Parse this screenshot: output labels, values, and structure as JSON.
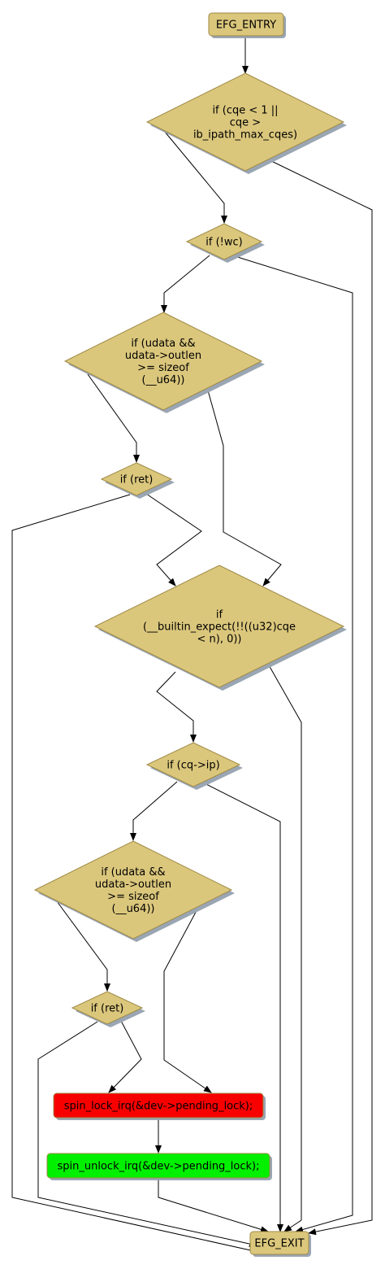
{
  "colors": {
    "node_fill": "#dbc77c",
    "node_stroke": "#9f8a46",
    "shadow": "#9aa6b4",
    "red_fill": "#f80000",
    "green_fill": "#00f000",
    "edge": "#000000"
  },
  "nodes": {
    "entry": {
      "lines": [
        "EFG_ENTRY"
      ]
    },
    "d1": {
      "lines": [
        "if (cqe < 1 ||",
        "cqe >",
        "ib_ipath_max_cqes)"
      ]
    },
    "d2": {
      "lines": [
        "if (!wc)"
      ]
    },
    "d3": {
      "lines": [
        "if (udata &&",
        "udata->outlen",
        ">= sizeof",
        "(__u64))"
      ]
    },
    "d4": {
      "lines": [
        "if (ret)"
      ]
    },
    "d5": {
      "lines": [
        "if",
        "(__builtin_expect(!!((u32)cqe",
        "< n), 0))"
      ]
    },
    "d6": {
      "lines": [
        "if (cq->ip)"
      ]
    },
    "d7": {
      "lines": [
        "if (udata &&",
        "udata->outlen",
        ">= sizeof",
        "(__u64))"
      ]
    },
    "d8": {
      "lines": [
        "if (ret)"
      ]
    },
    "lock": {
      "lines": [
        "spin_lock_irq(&dev->pending_lock);"
      ]
    },
    "unlock": {
      "lines": [
        "spin_unlock_irq(&dev->pending_lock);"
      ]
    },
    "exit": {
      "lines": [
        "EFG_EXIT"
      ]
    }
  }
}
